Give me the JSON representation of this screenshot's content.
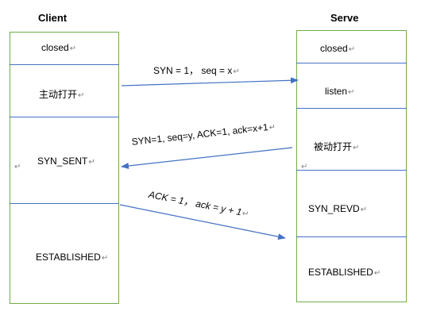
{
  "title": "",
  "headers": {
    "client": "Client",
    "server": "Serve"
  },
  "return_mark": "↵",
  "client_states": [
    {
      "id": "closed",
      "label": "closed"
    },
    {
      "id": "active-open",
      "label": "主动打开"
    },
    {
      "id": "syn-sent",
      "label": "SYN_SENT"
    },
    {
      "id": "established",
      "label": "ESTABLISHED"
    }
  ],
  "server_states": [
    {
      "id": "closed",
      "label": "closed"
    },
    {
      "id": "listen",
      "label": "listen"
    },
    {
      "id": "passive-open",
      "label": "被动打开"
    },
    {
      "id": "syn-revd",
      "label": "SYN_REVD"
    },
    {
      "id": "established",
      "label": "ESTABLISHED"
    }
  ],
  "messages": [
    {
      "id": "syn",
      "label": "SYN = 1， seq = x",
      "from": "client",
      "to": "server"
    },
    {
      "id": "syn-ack",
      "label": "SYN=1, seq=y, ACK=1, ack=x+1",
      "from": "server",
      "to": "client"
    },
    {
      "id": "ack",
      "label": "ACK = 1，  ack  = y + 1",
      "from": "client",
      "to": "server"
    }
  ],
  "colors": {
    "column_border": "#70ad47",
    "line": "#4472c4"
  }
}
